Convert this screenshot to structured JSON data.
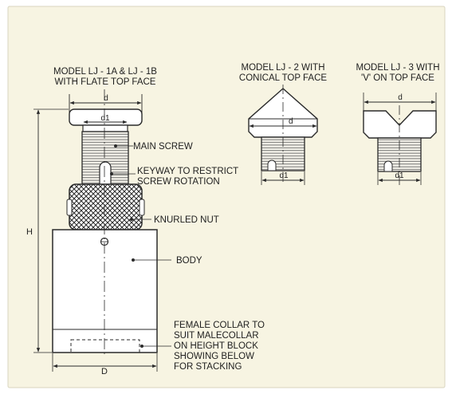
{
  "models": {
    "lj1": {
      "title_line1": "MODEL LJ - 1A & LJ - 1B",
      "title_line2": "WITH FLATE TOP FACE"
    },
    "lj2": {
      "title_line1": "MODEL LJ - 2 WITH",
      "title_line2": "CONICAL TOP FACE"
    },
    "lj3": {
      "title_line1": "MODEL LJ - 3 WITH",
      "title_line2": "'V' ON TOP FACE"
    }
  },
  "dimensions": {
    "d": "d",
    "d1": "d1",
    "H": "H",
    "D": "D"
  },
  "callouts": {
    "main_screw": "MAIN SCREW",
    "keyway_line1": "KEYWAY TO RESTRICT",
    "keyway_line2": "SCREW ROTATION",
    "knurled_nut": "KNURLED NUT",
    "body": "BODY",
    "collar_line1": "FEMALE COLLAR TO",
    "collar_line2": "SUIT MALECOLLAR",
    "collar_line3": "ON HEIGHT BLOCK",
    "collar_line4": "SHOWING BELOW",
    "collar_line5": "FOR STACKING"
  },
  "colors": {
    "panel": "#f7f4e2",
    "line": "#2a2a2a",
    "text": "#1e1e1e"
  },
  "icons": [
    "knurl-pattern",
    "thread-pattern"
  ]
}
